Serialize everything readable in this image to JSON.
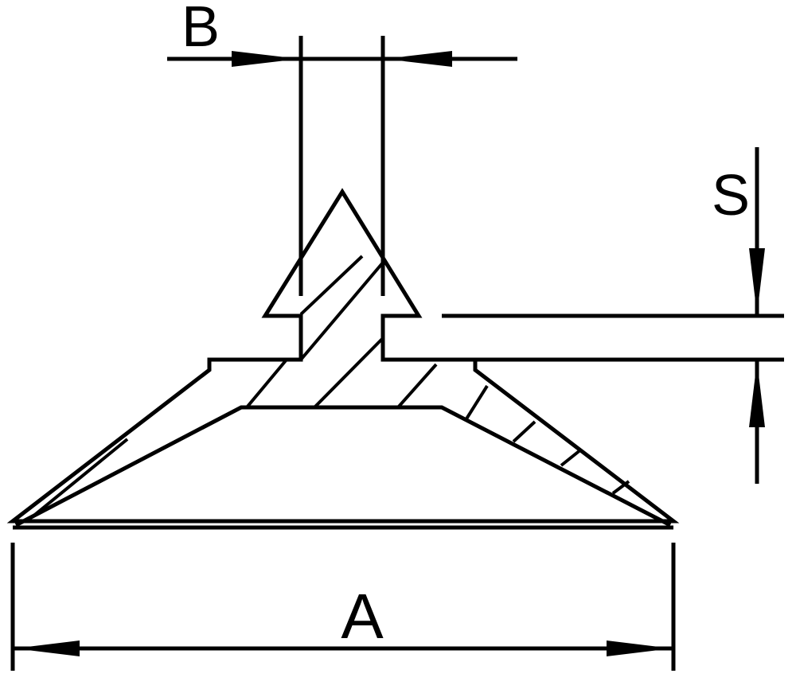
{
  "labels": {
    "a": "A",
    "b": "B",
    "s": "S"
  },
  "colors": {
    "line": "#000000",
    "background": "#ffffff"
  }
}
